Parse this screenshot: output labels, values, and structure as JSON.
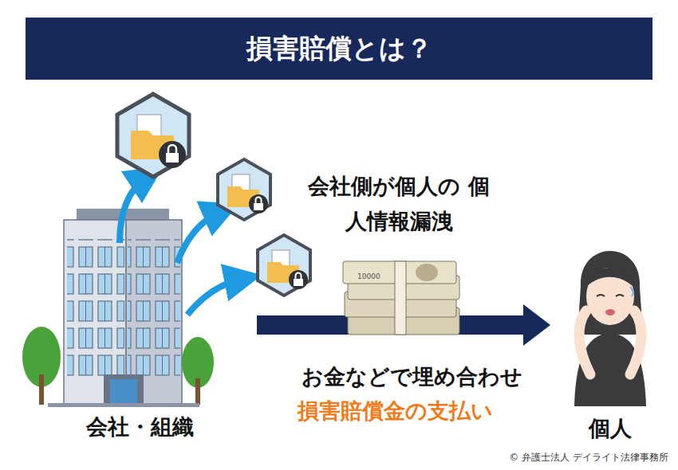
{
  "diagram": {
    "title": "損害賠償とは？",
    "nodes": [
      {
        "text": [
          "会社・組織"
        ]
      },
      {
        "text": [
          "個人"
        ]
      }
    ],
    "edges": [
      {
        "from": 0,
        "to": 1,
        "arrow": "to",
        "label": "お金などで埋め合わせ"
      }
    ],
    "labels": [
      "会社側が個人の 個人情報漏洩",
      "10000",
      "損害賠償金の支払い",
      "© 弁護士法人 デイライト法律事務所"
    ]
  }
}
